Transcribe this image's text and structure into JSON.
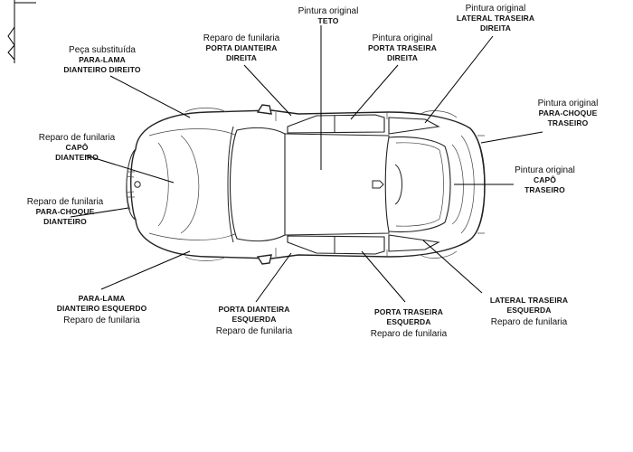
{
  "labels": [
    {
      "id": "roof",
      "status": "Pintura original",
      "part": "TETO",
      "part2": "",
      "status_position": "above"
    },
    {
      "id": "rear-side-right",
      "status": "Pintura original",
      "part": "LATERAL TRASEIRA",
      "part2": "DIREITA",
      "status_position": "above"
    },
    {
      "id": "front-fender-right",
      "status": "Peça substituída",
      "part": "PARA-LAMA",
      "part2": "DIANTEIRO DIREITO",
      "status_position": "above"
    },
    {
      "id": "front-door-right",
      "status": "Reparo de funilaria",
      "part": "PORTA DIANTEIRA",
      "part2": "DIREITA",
      "status_position": "above"
    },
    {
      "id": "rear-door-right",
      "status": "Pintura original",
      "part": "PORTA TRASEIRA",
      "part2": "DIREITA",
      "status_position": "above"
    },
    {
      "id": "rear-bumper",
      "status": "Pintura original",
      "part": "PARA-CHOQUE",
      "part2": "TRASEIRO",
      "status_position": "above"
    },
    {
      "id": "hood",
      "status": "Reparo de funilaria",
      "part": "CAPÔ",
      "part2": "DIANTEIRO",
      "status_position": "above"
    },
    {
      "id": "trunk",
      "status": "Pintura original",
      "part": "CAPÔ",
      "part2": "TRASEIRO",
      "status_position": "above"
    },
    {
      "id": "front-bumper",
      "status": "Reparo de funilaria",
      "part": "PARA-CHOQUE",
      "part2": "DIANTEIRO",
      "status_position": "above"
    },
    {
      "id": "front-fender-left",
      "status": "Reparo de funilaria",
      "part": "PARA-LAMA",
      "part2": "DIANTEIRO ESQUERDO",
      "status_position": "below"
    },
    {
      "id": "front-door-left",
      "status": "Reparo de funilaria",
      "part": "PORTA DIANTEIRA",
      "part2": "ESQUERDA",
      "status_position": "below"
    },
    {
      "id": "rear-door-left",
      "status": "Reparo de funilaria",
      "part": "PORTA TRASEIRA",
      "part2": "ESQUERDA",
      "status_position": "below"
    },
    {
      "id": "rear-side-left",
      "status": "Reparo de funilaria",
      "part": "LATERAL TRASEIRA",
      "part2": "ESQUERDA",
      "status_position": "below"
    }
  ]
}
